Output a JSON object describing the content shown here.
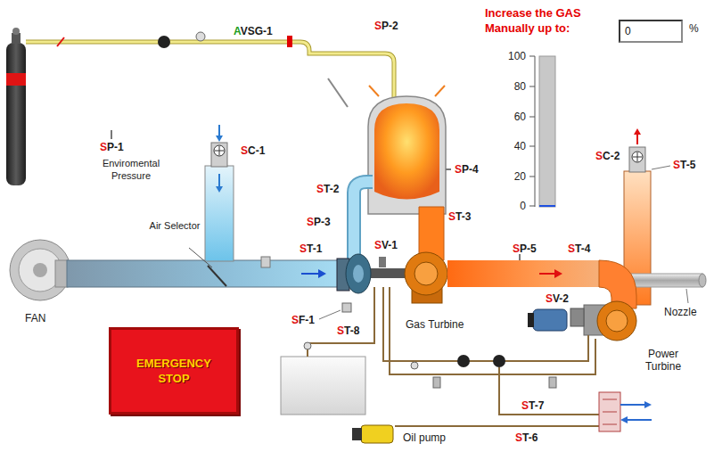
{
  "diagram": {
    "nodes": [
      {
        "text": [
          "0"
        ]
      },
      {
        "text": [
          "EMERGENCY STOP"
        ]
      }
    ],
    "labels": [
      "Increase the GAS Manually up to:",
      "%",
      "100",
      "80",
      "60",
      "40",
      "20",
      "0",
      "AVSG-1",
      "SP-2",
      "SP-1",
      "Enviromental Pressure",
      "SC-1",
      "SC-2",
      "ST-5",
      "SP-4",
      "ST-2",
      "SP-3",
      "ST-3",
      "Air Selector",
      "ST-1",
      "SV-1",
      "SP-5",
      "ST-4",
      "SV-2",
      "Nozzle",
      "FAN",
      "SF-1",
      "ST-8",
      "Gas Turbine",
      "Power Turbine",
      "ST-7",
      "ST-6",
      "Oil pump"
    ]
  }
}
